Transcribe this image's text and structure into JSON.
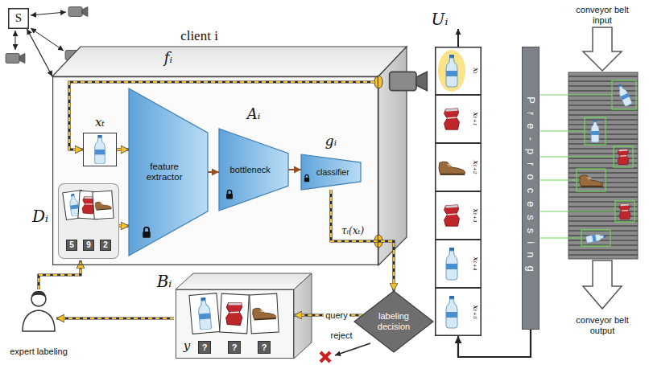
{
  "diagram": {
    "nodes": [
      {
        "text": [
          "S"
        ]
      },
      {
        "text": [
          "client i"
        ]
      },
      {
        "text": [
          "xₜ"
        ],
        "in": 1
      },
      {
        "text": [
          "Dᵢ"
        ],
        "in": 1
      },
      {
        "text": [
          "5"
        ],
        "in": 3
      },
      {
        "text": [
          "9"
        ],
        "in": 3
      },
      {
        "text": [
          "2"
        ],
        "in": 3
      },
      {
        "text": [
          "fᵢ",
          "feature extractor"
        ],
        "in": 1
      },
      {
        "text": [
          "Aᵢ",
          "bottleneck"
        ],
        "in": 1
      },
      {
        "text": [
          "gᵢ",
          "classifier"
        ],
        "in": 1
      },
      {
        "text": [
          "Uᵢ"
        ]
      },
      {
        "text": [
          "xₜ"
        ],
        "in": 10
      },
      {
        "text": [
          "xₜ₊₁"
        ],
        "in": 10
      },
      {
        "text": [
          "xₜ₊₂"
        ],
        "in": 10
      },
      {
        "text": [
          "xₜ₊₃"
        ],
        "in": 10
      },
      {
        "text": [
          "xₜ₊₄"
        ],
        "in": 10
      },
      {
        "text": [
          "xₜ₊₅"
        ],
        "in": 10
      },
      {
        "text": [
          "Pre-processing"
        ]
      },
      {
        "text": [
          "labeling decision"
        ]
      },
      {
        "text": [
          "Bᵢ"
        ]
      },
      {
        "text": [
          "?"
        ],
        "in": 19
      },
      {
        "text": [
          "?"
        ],
        "in": 19
      },
      {
        "text": [
          "?"
        ],
        "in": 19
      }
    ],
    "edges": [
      {
        "from": 0,
        "to": 1,
        "arrow": "both"
      },
      {
        "from": 2,
        "to": 7,
        "arrow": "to"
      },
      {
        "from": 3,
        "to": 7,
        "arrow": "to"
      },
      {
        "from": 7,
        "to": 8,
        "arrow": "to"
      },
      {
        "from": 8,
        "to": 9,
        "arrow": "to"
      },
      {
        "from": 9,
        "to": 18,
        "label": "τᵢ(xₜ)",
        "arrow": "to"
      },
      {
        "from": 18,
        "to": 19,
        "label": "query",
        "arrow": "to"
      },
      {
        "from": 17,
        "to": 10,
        "arrow": "to"
      }
    ],
    "labels": [
      "conveyor belt input",
      "conveyor belt output",
      "expert labeling",
      "reject",
      "y"
    ]
  }
}
